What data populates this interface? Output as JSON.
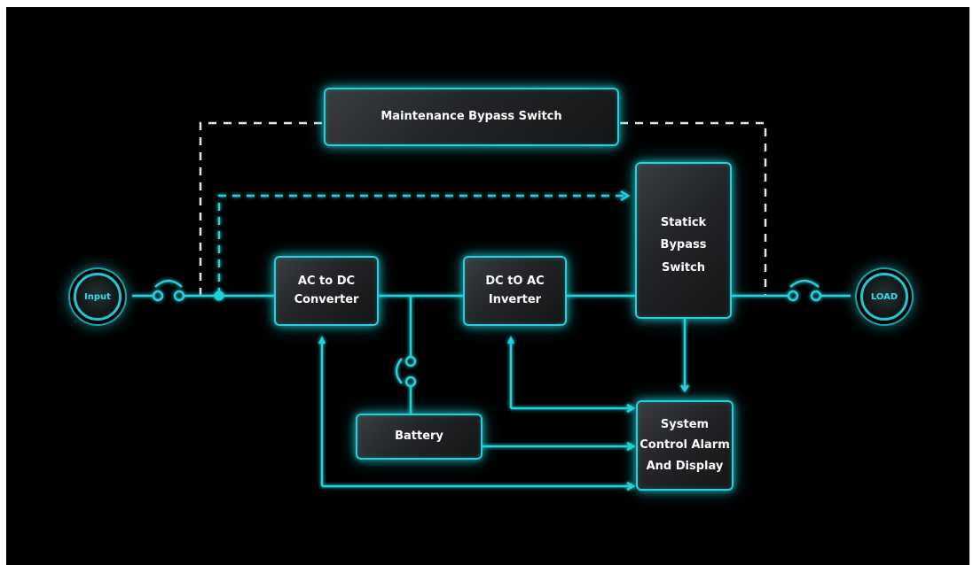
{
  "diagram": {
    "nodes": {
      "input": "Input",
      "load": "LOAD"
    },
    "blocks": {
      "maintenance_bypass": "Maintenance Bypass Switch",
      "ac_dc": [
        "AC to DC",
        "Converter"
      ],
      "dc_ac": [
        "DC tO AC",
        "Inverter"
      ],
      "static_bypass": [
        "Statick",
        "Bypass",
        "Switch"
      ],
      "battery": "Battery",
      "control": [
        "System",
        "Control Alarm",
        "And Display"
      ]
    },
    "colors": {
      "accent": "#22d3dc",
      "bypass_line": "#e6e6e6",
      "background": "#000000"
    }
  }
}
